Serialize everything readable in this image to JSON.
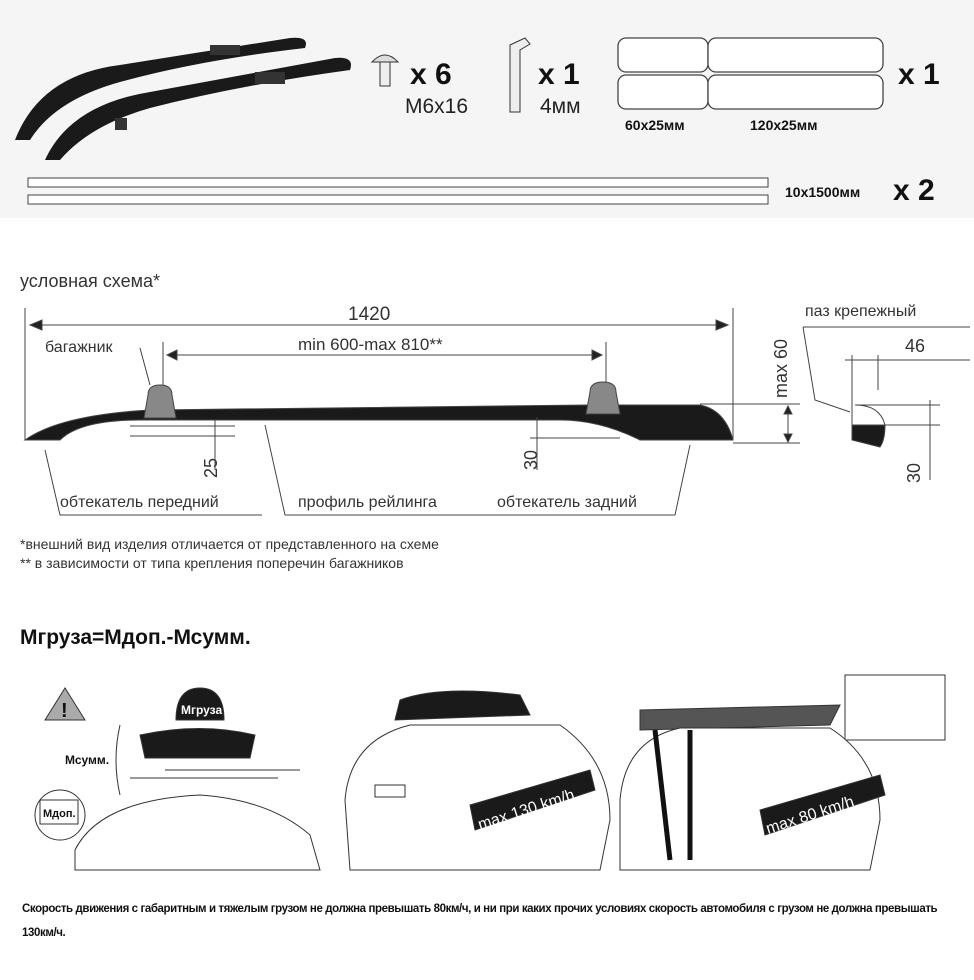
{
  "kit": {
    "bolt": {
      "qty": "x 6",
      "size": "M6x16"
    },
    "hex_key": {
      "qty": "x 1",
      "size": "4мм"
    },
    "pads": {
      "qty": "x 1",
      "size_small": "60x25мм",
      "size_large": "120x25мм"
    },
    "strips": {
      "qty": "x 2",
      "size": "10x1500мм"
    }
  },
  "scheme": {
    "title": "условная схема*",
    "length": "1420",
    "rack_label": "багажник",
    "rack_span": "min 600-max 810**",
    "max_height": "max 60",
    "slot_label": "паз крепежный",
    "slot_width": "46",
    "dim_front": "25",
    "dim_rear": "30",
    "dim_slot": "30",
    "front_fairing": "обтекатель передний",
    "profile": "профиль рейлинга",
    "rear_fairing": "обтекатель задний",
    "footnote1": "*внешний вид изделия отличается от представленного на схеме",
    "footnote2": "** в зависимости от типа крепления поперечин багажников"
  },
  "load": {
    "formula": "Мгруза=Мдоп.-Мсумм.",
    "m_load": "Мгруза",
    "m_sum": "Мсумм.",
    "m_allowed": "Мдоп.",
    "speed_box": "max 130 km/h",
    "speed_wide": "max 80 km/h",
    "warning": "Скорость движения с габаритным и тяжелым грузом не должна превышать 80км/ч, и ни при каких прочих условиях скорость автомобиля с грузом не должна превышать 130км/ч."
  }
}
